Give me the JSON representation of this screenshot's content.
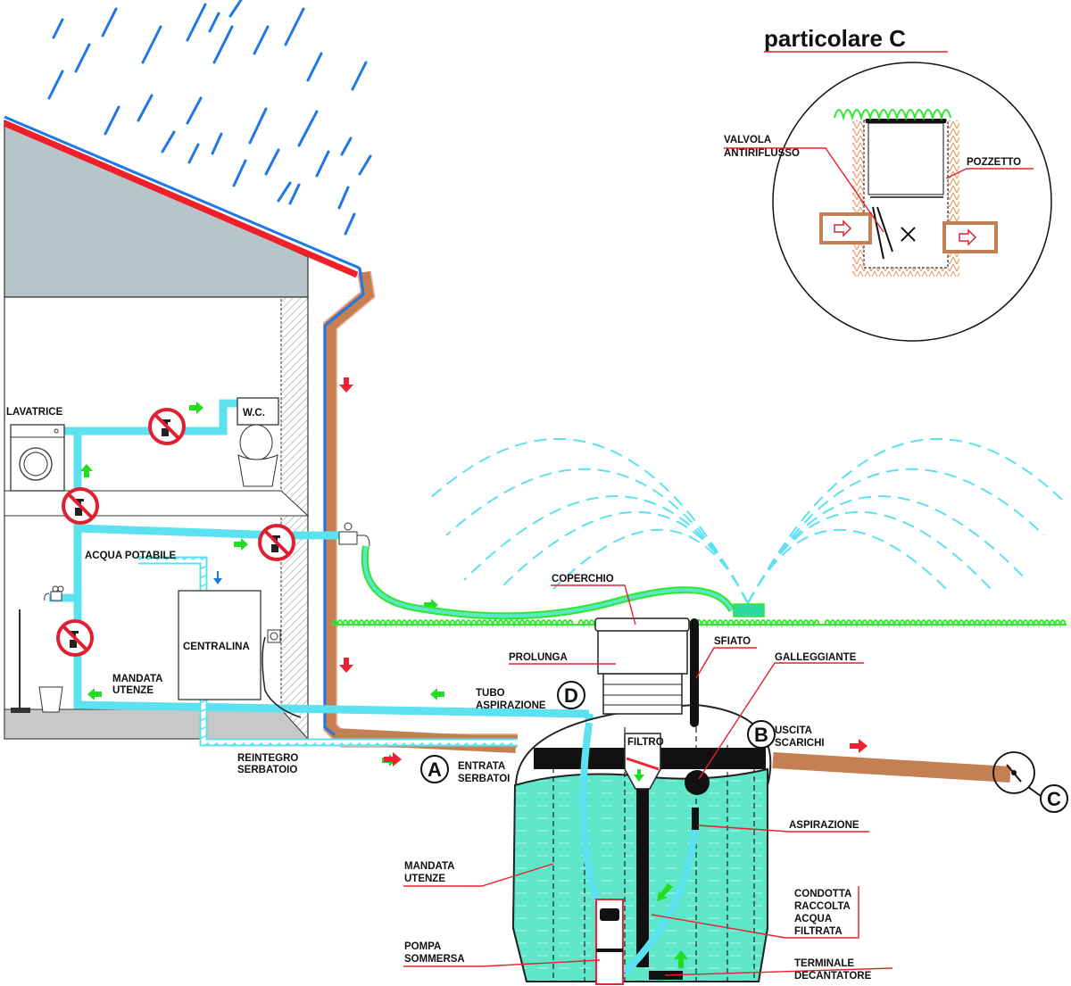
{
  "diagram": {
    "title": "particolare C",
    "colors": {
      "rain": "#1e78e6",
      "roof_red": "#f0202a",
      "drain_pipe": "#c47f52",
      "water_pipe": "#5ce1f0",
      "tank_water": "#5fe6c8",
      "grass": "#2ee82e",
      "flow_arrow_green": "#22dd22",
      "flow_arrow_red": "#ee2233",
      "house_gray": "#b8c5c8",
      "leader_line": "#e8202a"
    },
    "labels": {
      "lavatrice": "LAVATRICE",
      "wc": "W.C.",
      "acqua_potabile": "ACQUA POTABILE",
      "centralina": "CENTRALINA",
      "mandata_utenze_house": [
        "MANDATA",
        "UTENZE"
      ],
      "reintegro_serbatoio": [
        "REINTEGRO",
        "SERBATOIO"
      ],
      "tubo_aspirazione": [
        "TUBO",
        "ASPIRAZIONE"
      ],
      "entrata_serbatoi": [
        "ENTRATA",
        "SERBATOI"
      ],
      "uscita_scarichi": [
        "USCITA",
        "SCARICHI"
      ],
      "coperchio": "COPERCHIO",
      "prolunga": "PROLUNGA",
      "sfiato": "SFIATO",
      "galleggiante": "GALLEGGIANTE",
      "filtro": "FILTRO",
      "aspirazione": "ASPIRAZIONE",
      "mandata_utenze_tank": [
        "MANDATA",
        "UTENZE"
      ],
      "condotta": [
        "CONDOTTA",
        "RACCOLTA",
        "ACQUA",
        "FILTRATA"
      ],
      "pompa_sommersa": [
        "POMPA",
        "SOMMERSA"
      ],
      "terminale_decantatore": [
        "TERMINALE",
        "DECANTATORE"
      ],
      "valvola_antiriflusso": [
        "VALVOLA",
        "ANTIRIFLUSSO"
      ],
      "pozzetto": "POZZETTO"
    },
    "circle_markers": {
      "A": "A",
      "B": "B",
      "C": "C",
      "D": "D"
    },
    "icons": [
      "rain-icon",
      "no-drinking-water-icon",
      "faucet-icon",
      "washing-machine-icon",
      "toilet-icon",
      "sprinkler-icon",
      "power-socket-icon",
      "mop-icon",
      "bucket-icon",
      "flow-arrow-icon",
      "check-valve-icon"
    ]
  }
}
